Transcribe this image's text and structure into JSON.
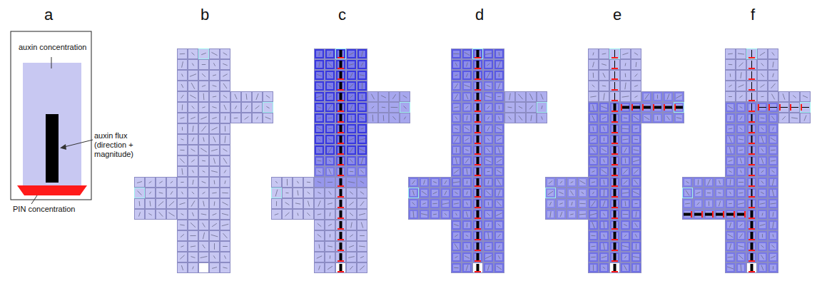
{
  "diagram": {
    "labels": [
      "a",
      "b",
      "c",
      "d",
      "e",
      "f",
      "auxin concentration",
      "PIN concentration",
      "auxin flux (direction + magnitude)"
    ]
  }
}
